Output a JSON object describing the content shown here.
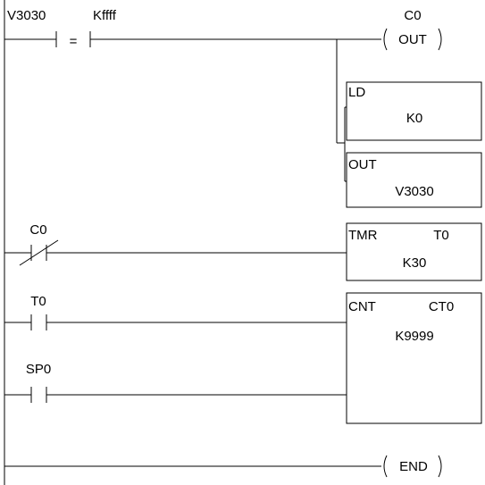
{
  "rung1": {
    "compare": {
      "left_operand": "V3030",
      "operator": "=",
      "right_operand": "Kffff"
    },
    "coil": {
      "address": "C0",
      "instruction": "OUT"
    },
    "ld_box": {
      "instruction": "LD",
      "value": "K0"
    },
    "out_box": {
      "instruction": "OUT",
      "value": "V3030"
    }
  },
  "rung2": {
    "contact": {
      "address": "C0",
      "type": "normally-closed"
    },
    "timer": {
      "instruction": "TMR",
      "address": "T0",
      "preset": "K30"
    }
  },
  "rung3": {
    "contact_count": {
      "address": "T0",
      "type": "normally-open"
    },
    "contact_reset": {
      "address": "SP0",
      "type": "normally-open"
    },
    "counter": {
      "instruction": "CNT",
      "address": "CT0",
      "preset": "K9999"
    }
  },
  "rung4": {
    "coil": {
      "instruction": "END"
    }
  }
}
